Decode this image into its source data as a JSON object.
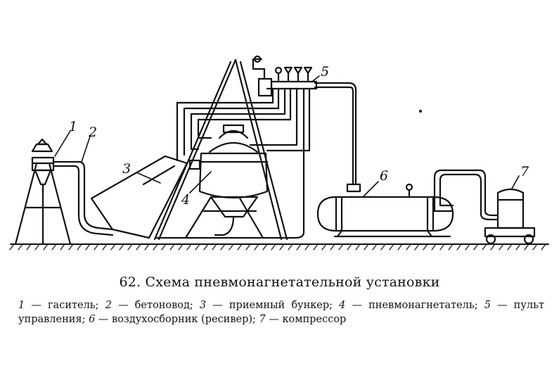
{
  "figure": {
    "callouts": [
      "1",
      "2",
      "3",
      "4",
      "5",
      "6",
      "7"
    ]
  },
  "caption": {
    "title": "62. Схема пневмонагнетательной установки",
    "legend": [
      {
        "num": "1",
        "text": " — гаситель; "
      },
      {
        "num": "2",
        "text": " — бетоновод; "
      },
      {
        "num": "3",
        "text": " — приемный бункер; "
      },
      {
        "num": "4",
        "text": " — пневмонагнетатель; "
      },
      {
        "num": "5",
        "text": " — пульт управления; "
      },
      {
        "num": "6",
        "text": " — воздухосборник (ресивер); "
      },
      {
        "num": "7",
        "text": " — компрессор"
      }
    ]
  },
  "colors": {
    "ink": "#111111",
    "paper": "#ffffff"
  }
}
